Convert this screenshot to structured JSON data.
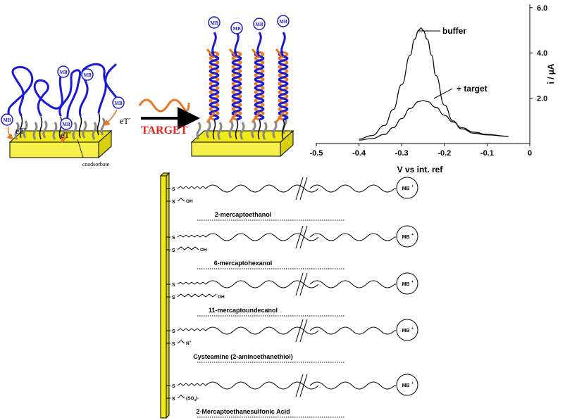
{
  "scheme": {
    "mb_label": "MB",
    "et_label": "eT",
    "et_sup": "-",
    "coadsorbate_label": "coadsorbate",
    "target_label": "TARGET"
  },
  "voltammogram": {
    "xlabel": "V vs int. ref",
    "ylabel": "i / µA",
    "xticks": [
      "-0.5",
      "-0.4",
      "-0.3",
      "-0.2",
      "-0.1",
      "0"
    ],
    "yticks": [
      "2.0",
      "4.0",
      "6.0"
    ],
    "annotations": {
      "buffer": "buffer",
      "target": "+ target"
    }
  },
  "chart_data": {
    "type": "line",
    "xlabel": "V vs int. ref",
    "ylabel": "i / µA",
    "xlim": [
      -0.5,
      0
    ],
    "ylim": [
      0,
      6
    ],
    "series": [
      {
        "name": "buffer",
        "x": [
          -0.4,
          -0.37,
          -0.34,
          -0.32,
          -0.3,
          -0.28,
          -0.27,
          -0.26,
          -0.255,
          -0.25,
          -0.24,
          -0.23,
          -0.22,
          -0.2,
          -0.18,
          -0.16,
          -0.13,
          -0.1,
          -0.05
        ],
        "y": [
          0.2,
          0.35,
          0.8,
          1.5,
          2.6,
          3.9,
          4.6,
          5.0,
          5.1,
          5.0,
          4.6,
          3.9,
          3.0,
          1.7,
          1.0,
          0.65,
          0.45,
          0.38,
          0.32
        ]
      },
      {
        "name": "+ target",
        "x": [
          -0.4,
          -0.37,
          -0.34,
          -0.32,
          -0.3,
          -0.28,
          -0.26,
          -0.25,
          -0.24,
          -0.22,
          -0.2,
          -0.18,
          -0.16,
          -0.13,
          -0.1,
          -0.05
        ],
        "y": [
          0.15,
          0.22,
          0.4,
          0.7,
          1.1,
          1.55,
          1.85,
          1.9,
          1.85,
          1.6,
          1.25,
          0.95,
          0.7,
          0.5,
          0.4,
          0.32
        ]
      }
    ]
  },
  "surfaces": {
    "s_label": "S",
    "mb_label": "MB",
    "mb_sup": "+",
    "rows": [
      {
        "name": "2-mercaptoethanol",
        "terminal": "OH",
        "terminal_sup": "",
        "terminal_sub": "",
        "terminal_tail": ""
      },
      {
        "name": "6-mercaptohexanol",
        "terminal": "OH",
        "terminal_sup": "",
        "terminal_sub": "",
        "terminal_tail": ""
      },
      {
        "name": "11-mercaptoundecanol",
        "terminal": "OH",
        "terminal_sup": "",
        "terminal_sub": "",
        "terminal_tail": ""
      },
      {
        "name": "Cysteamine (2-aminoethanethiol)",
        "terminal": "N",
        "terminal_sup": "+",
        "terminal_sub": "",
        "terminal_tail": ""
      },
      {
        "name": "2-Mercaptoethanesulfonic Acid",
        "terminal": "(SO",
        "terminal_sup": "",
        "terminal_sub": "3",
        "terminal_tail": ")-"
      }
    ]
  }
}
